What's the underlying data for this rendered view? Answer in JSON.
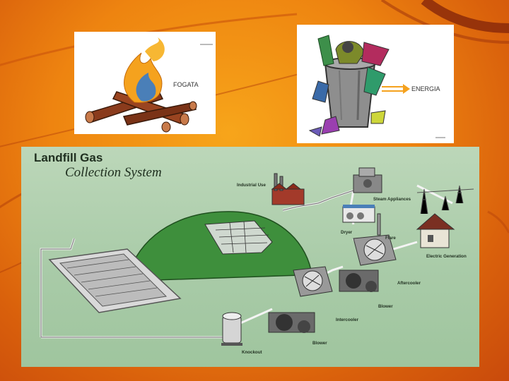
{
  "cards": {
    "fire_label": "FOGATA",
    "trash_label": "ENERGIA"
  },
  "diagram": {
    "title_line1": "Landfill Gas",
    "title_line2": "Collection System",
    "labels": {
      "industrial_use": "Industrial Use",
      "steam_appliances": "Steam Appliances",
      "dryer": "Dryer",
      "flare": "Flare",
      "electric_generation": "Electric Generation",
      "aftercooler": "Aftercooler",
      "blower_upper": "Blower",
      "intercooler": "Intercooler",
      "blower_lower": "Blower",
      "knockout": "Knockout"
    }
  },
  "colors": {
    "background": "#ee8410",
    "diagram_bg": "#a9cba8",
    "pipe": "#f4f4f4",
    "mound": "#3e8f3c",
    "fire_orange": "#f5a21e",
    "fire_blue": "#4a7fb8"
  }
}
